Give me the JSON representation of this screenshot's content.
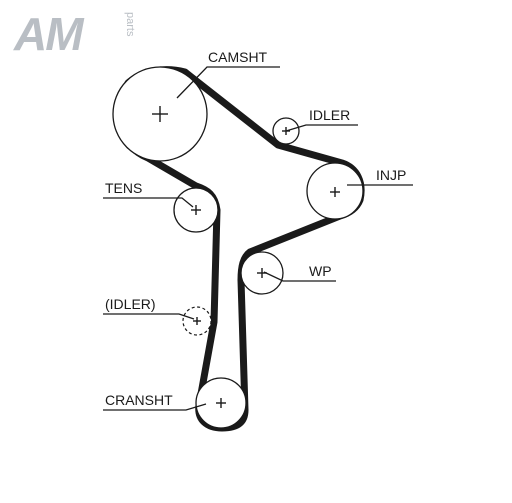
{
  "logo": {
    "letters": "AM",
    "suffix": "parts",
    "color": "#b9bec4"
  },
  "labels": {
    "camshaft": "CAMSHT",
    "idler": "IDLER",
    "injection_pump": "INJP",
    "tensioner": "TENS",
    "water_pump": "WP",
    "optional_idler": "(IDLER)",
    "crankshaft": "CRANSHT"
  },
  "colors": {
    "belt": "#1a1a1a",
    "line": "#1a1a1a",
    "background": "#ffffff"
  }
}
